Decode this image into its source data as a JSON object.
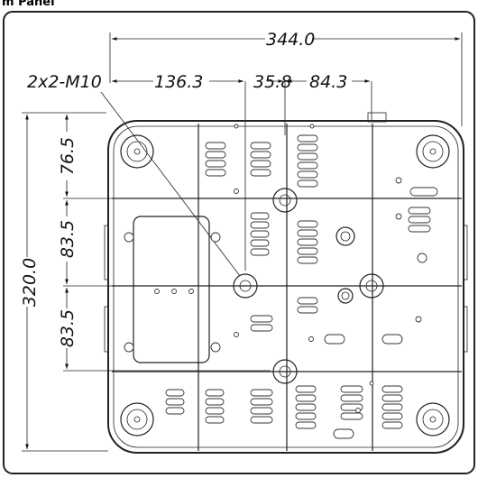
{
  "header": {
    "text": "m Panel"
  },
  "dimensions": {
    "overall_width": "344.0",
    "label_mount": "2x2-M10",
    "seg_a": "136.3",
    "seg_b": "35.8",
    "seg_c": "84.3",
    "overall_height": "320.0",
    "v_top": "76.5",
    "v_mid": "83.5",
    "v_bottom": "83.5"
  }
}
